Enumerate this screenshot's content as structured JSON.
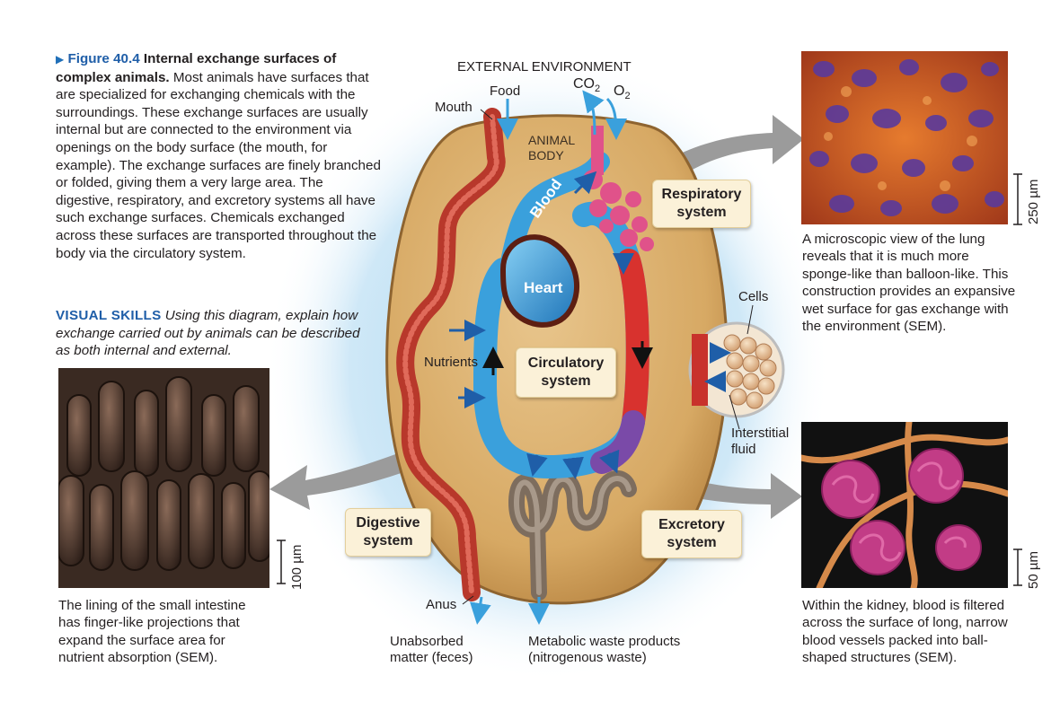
{
  "caption": {
    "arrow": "▶",
    "figure_number": "Figure 40.4",
    "title": "Internal exchange surfaces of complex animals.",
    "body": "Most animals have surfaces that are specialized for exchanging chemicals with the surroundings. These exchange surfaces are usually internal but are connected to the environment via openings on the body surface (the mouth, for example). The exchange surfaces are finely branched or folded, giving them a very large area. The digestive, respiratory, and excretory systems all have such exchange surfaces. Chemicals exchanged across these surfaces are transported throughout the body via the circulatory system."
  },
  "visual_skills": {
    "heading": "VISUAL SKILLS",
    "text": "Using this diagram, explain how exchange carried out by animals can be described as both internal and external."
  },
  "labels": {
    "external_environment": "EXTERNAL ENVIRONMENT",
    "food": "Food",
    "mouth": "Mouth",
    "co2": "CO",
    "co2_sub": "2",
    "o2": "O",
    "o2_sub": "2",
    "animal_body_line1": "ANIMAL",
    "animal_body_line2": "BODY",
    "blood": "Blood",
    "heart": "Heart",
    "nutrients": "Nutrients",
    "cells": "Cells",
    "interstitial_line1": "Interstitial",
    "interstitial_line2": "fluid",
    "anus": "Anus",
    "unabsorbed_line1": "Unabsorbed",
    "unabsorbed_line2": "matter (feces)",
    "metabolic_line1": "Metabolic waste products",
    "metabolic_line2": "(nitrogenous waste)"
  },
  "systems": {
    "respiratory_line1": "Respiratory",
    "respiratory_line2": "system",
    "circulatory_line1": "Circulatory",
    "circulatory_line2": "system",
    "digestive_line1": "Digestive",
    "digestive_line2": "system",
    "excretory_line1": "Excretory",
    "excretory_line2": "system"
  },
  "micrographs": {
    "lung": {
      "scale": "250 µm",
      "description": "A microscopic view of the lung reveals that it is much more sponge-like than balloon-like. This construction provides an expansive wet surface for gas exchange with the environment (SEM)."
    },
    "intestine": {
      "scale": "100 µm",
      "description": "The lining of the small intestine has finger-like projections that expand the surface area for nutrient absorption (SEM)."
    },
    "kidney": {
      "scale": "50 µm",
      "description": "Within the kidney, blood is filtered across the surface of long, narrow blood vessels packed into ball-shaped structures (SEM)."
    }
  },
  "colors": {
    "blood_oxygenated": "#d8322e",
    "blood_deoxygenated": "#3aa0dc",
    "body": "#d9ae6e",
    "glow": "#bfe0f4",
    "caption_blue": "#1f5ea8",
    "arrow_gray": "#9b9b9b"
  }
}
